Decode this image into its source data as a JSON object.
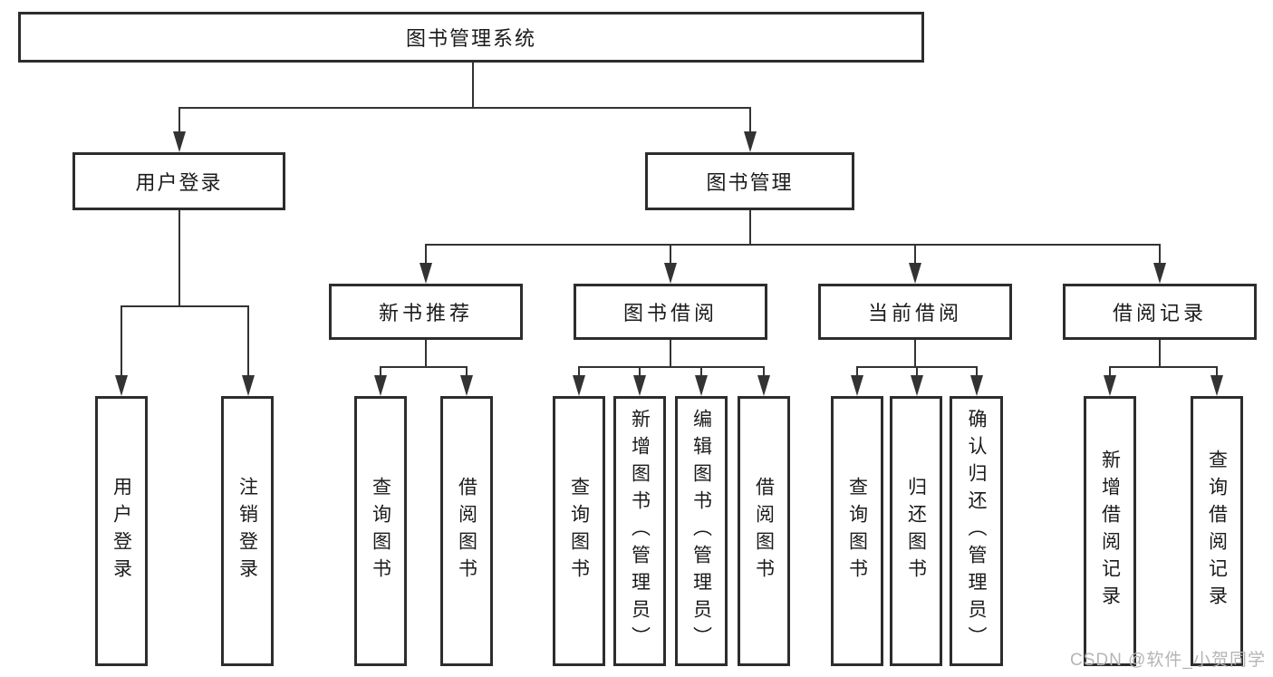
{
  "diagram": {
    "root": "图书管理系统",
    "level2": [
      "用户登录",
      "图书管理"
    ],
    "level3": [
      "新书推荐",
      "图书借阅",
      "当前借阅",
      "借阅记录"
    ],
    "leaves": {
      "user_login": [
        "用户登录",
        "注销登录"
      ],
      "new_book_recommend": [
        "查询图书",
        "借阅图书"
      ],
      "book_borrow": [
        "查询图书",
        "新增图书（管理员）",
        "编辑图书（管理员）",
        "借阅图书"
      ],
      "current_borrow": [
        "查询图书",
        "归还图书",
        "确认归还（管理员）"
      ],
      "borrow_records": [
        "新增借阅记录",
        "查询借阅记录"
      ]
    }
  },
  "watermark": "CSDN @软件_小贺同学",
  "colors": {
    "background": "#ffffff",
    "box_border": "#2d2d2d",
    "line": "#333333",
    "text": "#1b1b1b",
    "watermark": "#b5b5b5"
  }
}
